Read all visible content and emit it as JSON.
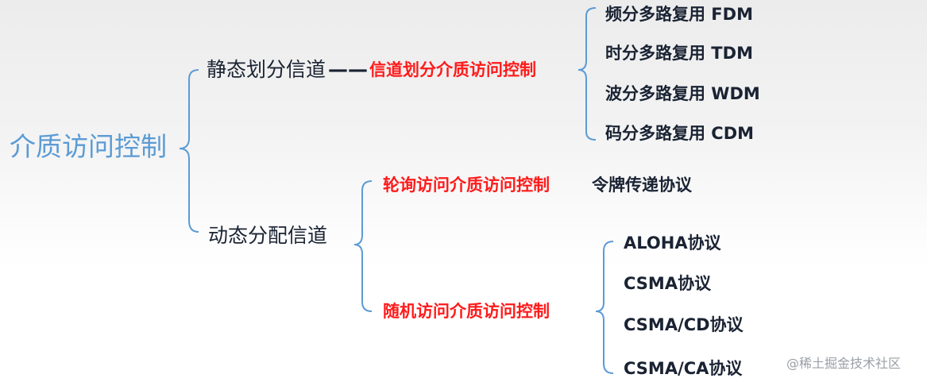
{
  "root": {
    "label": "介质访问控制"
  },
  "static": {
    "label": "静态划分信道",
    "connector": "——",
    "category": "信道划分介质访问控制",
    "leaves": [
      "频分多路复用 FDM",
      "时分多路复用 TDM",
      "波分多路复用 WDM",
      "码分多路复用 CDM"
    ]
  },
  "dynamic": {
    "label": "动态分配信道",
    "polling": {
      "label": "轮询访问介质访问控制",
      "protocol": "令牌传递协议"
    },
    "random": {
      "label": "随机访问介质访问控制",
      "leaves": [
        "ALOHA协议",
        "CSMA协议",
        "CSMA/CD协议",
        "CSMA/CA协议"
      ]
    }
  },
  "watermark": "@稀土掘金技术社区",
  "colors": {
    "root": "#5b9bd5",
    "bracket": "#5b9bd5",
    "category": "#ff1a1a",
    "text": "#1a2333"
  }
}
